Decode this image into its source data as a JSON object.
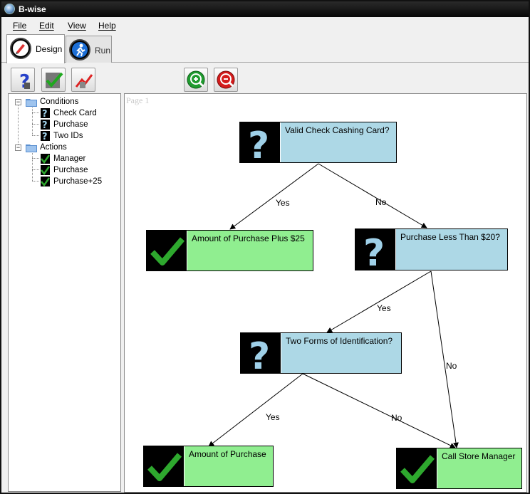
{
  "window": {
    "title": "B-wise"
  },
  "menu": [
    "File",
    "Edit",
    "View",
    "Help"
  ],
  "tabs": [
    {
      "label": "Design",
      "active": true,
      "icon": "design-icon"
    },
    {
      "label": "Run",
      "active": false,
      "icon": "run-icon"
    }
  ],
  "toolbar": {
    "buttons": [
      {
        "name": "add-condition-button",
        "icon": "question-icon"
      },
      {
        "name": "add-action-button",
        "icon": "check-icon"
      },
      {
        "name": "analyze-button",
        "icon": "chart-icon"
      },
      {
        "name": "zoom-in-button",
        "icon": "zoom-in-icon"
      },
      {
        "name": "zoom-out-button",
        "icon": "zoom-out-icon"
      }
    ]
  },
  "tree": {
    "conditions": {
      "label": "Conditions",
      "items": [
        "Check Card",
        "Purchase",
        "Two IDs"
      ]
    },
    "actions": {
      "label": "Actions",
      "items": [
        "Manager",
        "Purchase",
        "Purchase+25"
      ]
    }
  },
  "canvas": {
    "page_label": "Page 1",
    "nodes": {
      "n1": {
        "text": "Valid Check Cashing Card?",
        "kind": "condition"
      },
      "n2": {
        "text": "Amount of Purchase Plus $25",
        "kind": "action"
      },
      "n3": {
        "text": "Purchase Less Than $20?",
        "kind": "condition"
      },
      "n4": {
        "text": "Two Forms of Identification?",
        "kind": "condition"
      },
      "n5": {
        "text": "Amount of Purchase",
        "kind": "action"
      },
      "n6": {
        "text": "Call Store Manager",
        "kind": "action"
      }
    },
    "edges": {
      "e1": "Yes",
      "e2": "No",
      "e3": "Yes",
      "e4": "No",
      "e5": "Yes",
      "e6": "No"
    }
  },
  "colors": {
    "condition_fill": "#add8e6",
    "action_fill": "#90ee90",
    "check_green": "#2ea82e",
    "question_blue": "#9fd0e8"
  }
}
